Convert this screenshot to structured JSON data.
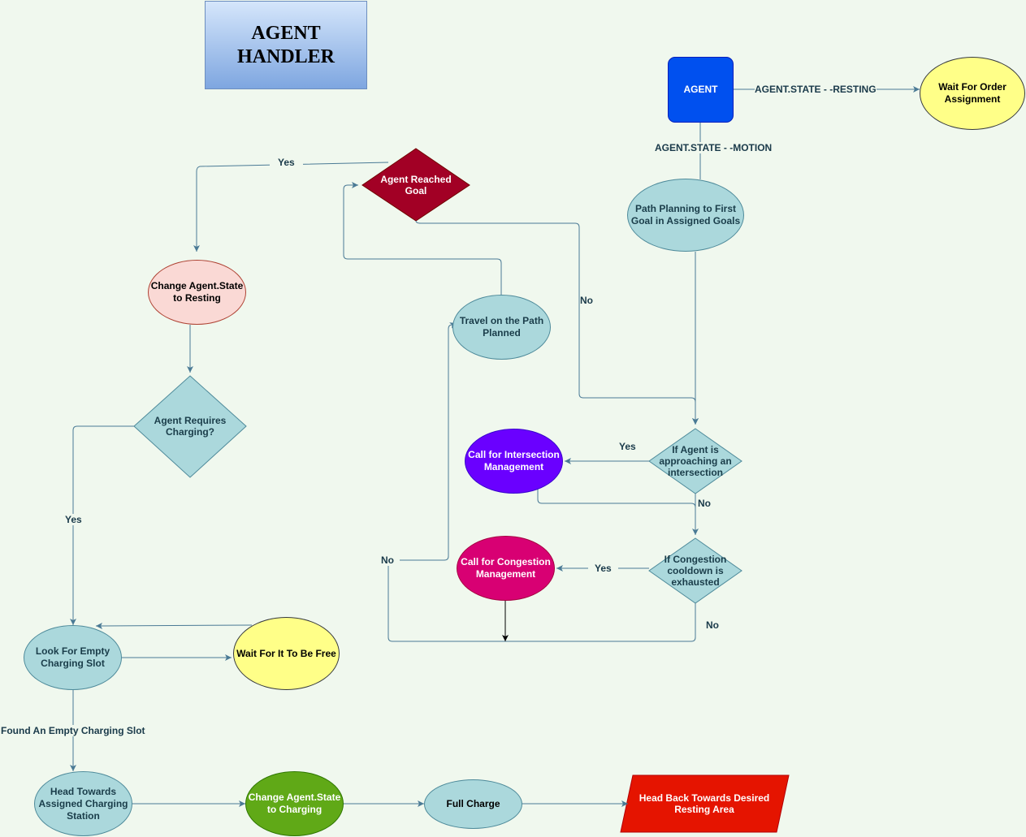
{
  "title": "AGENT HANDLER",
  "nodes": {
    "agent": "AGENT",
    "wait_for_order": "Wait For Order Assignment",
    "path_planning": "Path Planning to First Goal in Assigned Goals",
    "agent_reached_goal": "Agent Reached Goal",
    "travel_on_path": "Travel on the Path Planned",
    "change_state_resting": "Change Agent.State to Resting",
    "agent_requires_charging": "Agent Requires Charging?",
    "if_approaching_intersection": "If Agent is approaching an intersection",
    "call_intersection_mgmt": "Call for Intersection Management",
    "if_congestion_cooldown": "If Congestion cooldown is exhausted",
    "call_congestion_mgmt": "Call for Congestion Management",
    "look_for_empty_slot": "Look For Empty Charging Slot",
    "wait_for_free": "Wait For It To Be Free",
    "head_towards_station": "Head Towards Assigned Charging Station",
    "change_state_charging": "Change Agent.State to Charging",
    "full_charge": "Full Charge",
    "head_back_resting": "Head Back Towards Desired Resting Area"
  },
  "edge_labels": {
    "agent_resting": "AGENT.STATE - -RESTING",
    "agent_motion": "AGENT.STATE - -MOTION",
    "goal_yes": "Yes",
    "goal_no": "No",
    "charging_yes": "Yes",
    "intersection_yes": "Yes",
    "intersection_no": "No",
    "congestion_yes": "Yes",
    "congestion_no": "No",
    "travel_no": "No",
    "found_slot": "Found An Empty Charging Slot"
  },
  "colors": {
    "background": "#f0f8ee",
    "teal_node": "#abd8dc",
    "edge": "#4a7a95",
    "agent": "#0050ef",
    "reached_goal": "#a20025",
    "resting": "#fad9d5",
    "yellow": "#ffff88",
    "purple": "#6a00ff",
    "magenta": "#d80073",
    "green": "#60a917",
    "red": "#e51400"
  }
}
